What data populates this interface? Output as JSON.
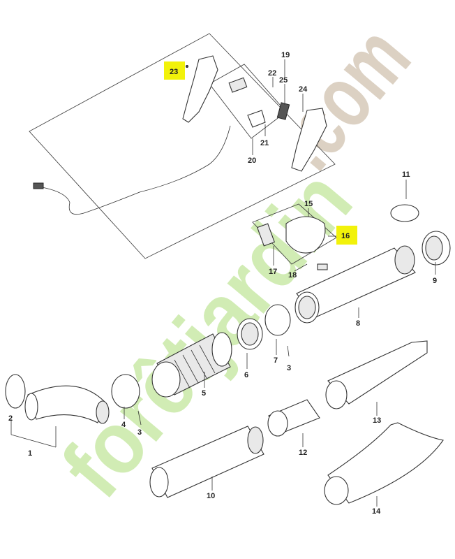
{
  "callouts": {
    "c1": "1",
    "c2": "2",
    "c3a": "3",
    "c3b": "3",
    "c4": "4",
    "c5": "5",
    "c6": "6",
    "c7": "7",
    "c8": "8",
    "c9": "9",
    "c10": "10",
    "c11": "11",
    "c12": "12",
    "c13": "13",
    "c14": "14",
    "c15": "15",
    "c16": "16",
    "c17": "17",
    "c18": "18",
    "c19": "19",
    "c20": "20",
    "c21": "21",
    "c22": "22",
    "c23": "23",
    "c24": "24",
    "c25": "25"
  },
  "highlight_color": "#f2f20a",
  "watermark": {
    "part1": "forêtjardin",
    "part2": ".com",
    "color_green": "#c9e9a7",
    "color_tan": "#d6c9b9"
  }
}
